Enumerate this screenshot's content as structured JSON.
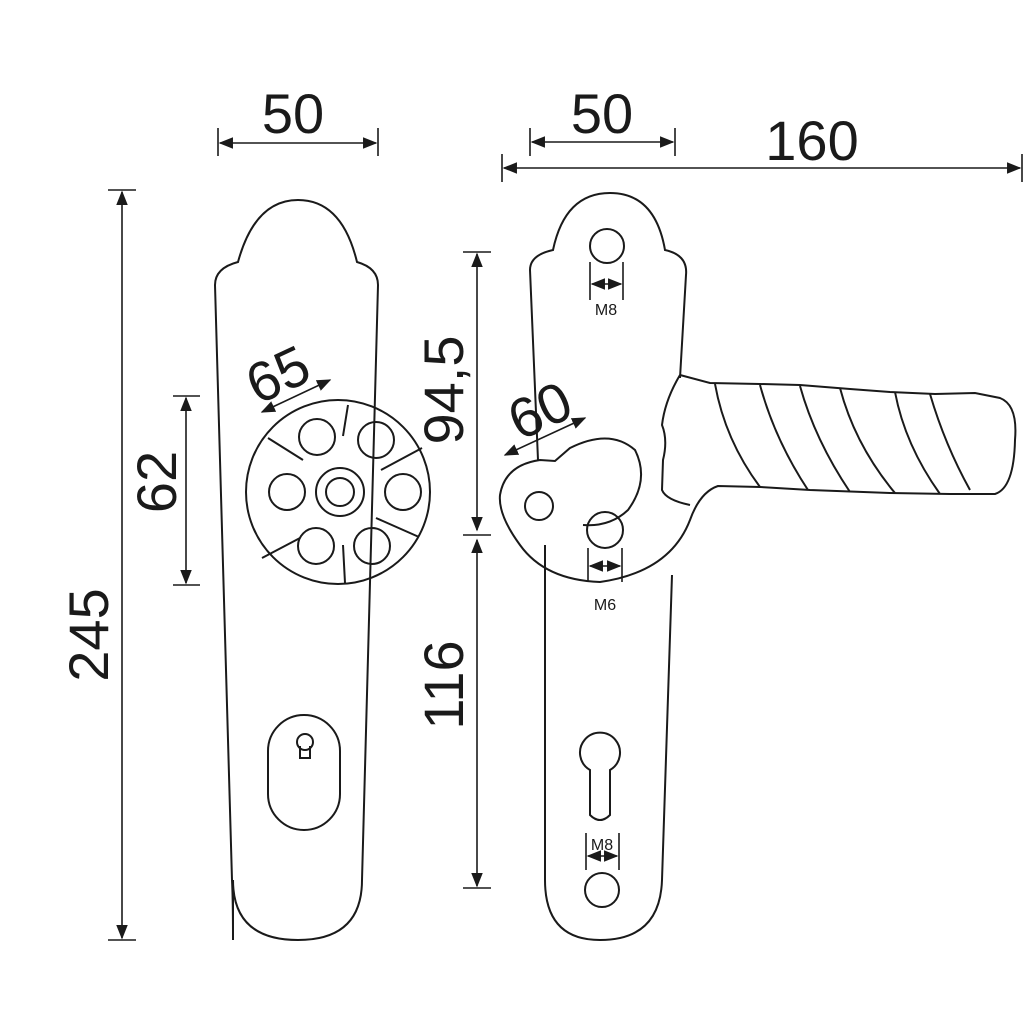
{
  "drawing": {
    "left_view": {
      "width_label": "50",
      "height_label": "245",
      "rosette_spacing_label": "62",
      "rosette_diameter_label": "65"
    },
    "right_view": {
      "width_label": "50",
      "projection_label": "160",
      "upper_distance_label": "94,5",
      "lower_distance_label": "116",
      "rosette_diameter_label": "60",
      "top_screw_label": "M8",
      "handle_screw_label": "M6",
      "bottom_screw_label": "M8"
    },
    "line_color": "#1a1a1a"
  }
}
